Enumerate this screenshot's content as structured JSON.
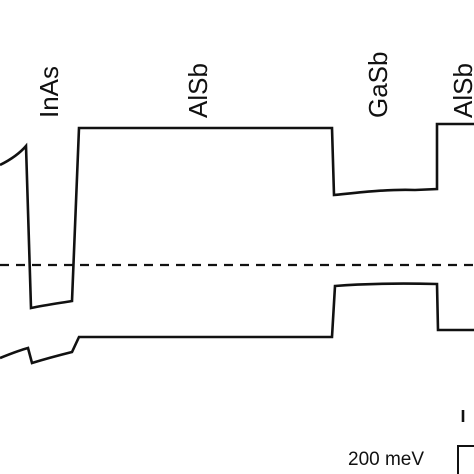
{
  "layers": [
    {
      "key": "inas",
      "label": "InAs"
    },
    {
      "key": "alsb1",
      "label": "AlSb"
    },
    {
      "key": "gasb",
      "label": "GaSb"
    },
    {
      "key": "alsb2",
      "label": "AlSb"
    }
  ],
  "scale_bar": {
    "label": "200 meV"
  },
  "colors": {
    "line": "#111111",
    "background": "#ffffff"
  }
}
